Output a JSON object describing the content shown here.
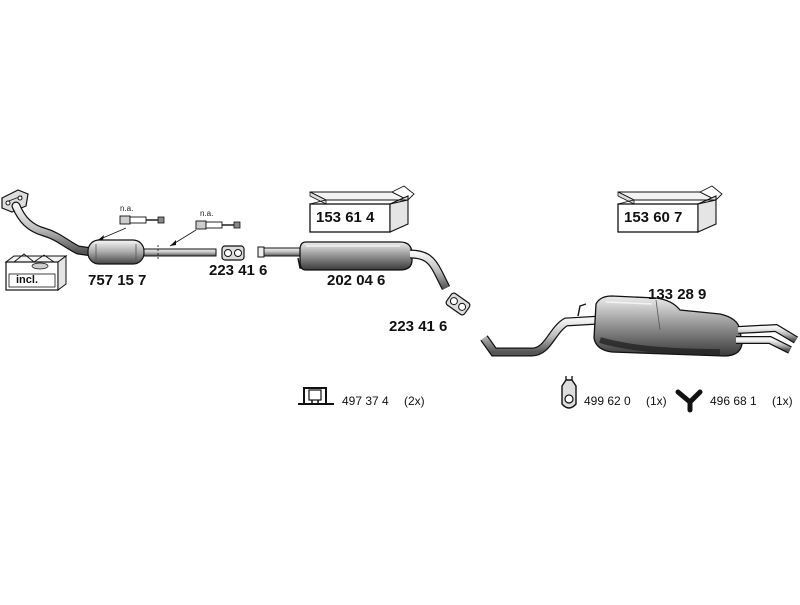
{
  "parts": {
    "front_pipe": {
      "number": "757 15 7",
      "incl_label": "incl."
    },
    "sensor_1": {
      "note": "n.a."
    },
    "sensor_2": {
      "note": "n.a."
    },
    "clamp_1": {
      "number": "223 41 6"
    },
    "middle_muffler": {
      "number": "202 04 6"
    },
    "clamp_2": {
      "number": "223 41 6"
    },
    "rear_muffler": {
      "number": "133 28 9"
    },
    "kit_box_1": {
      "number": "153 61 4"
    },
    "kit_box_2": {
      "number": "153 60 7"
    }
  },
  "accessories": [
    {
      "number": "497 37 4",
      "qty": "(2x)"
    },
    {
      "number": "499 62 0",
      "qty": "(1x)"
    },
    {
      "number": "496 68 1",
      "qty": "(1x)"
    }
  ]
}
